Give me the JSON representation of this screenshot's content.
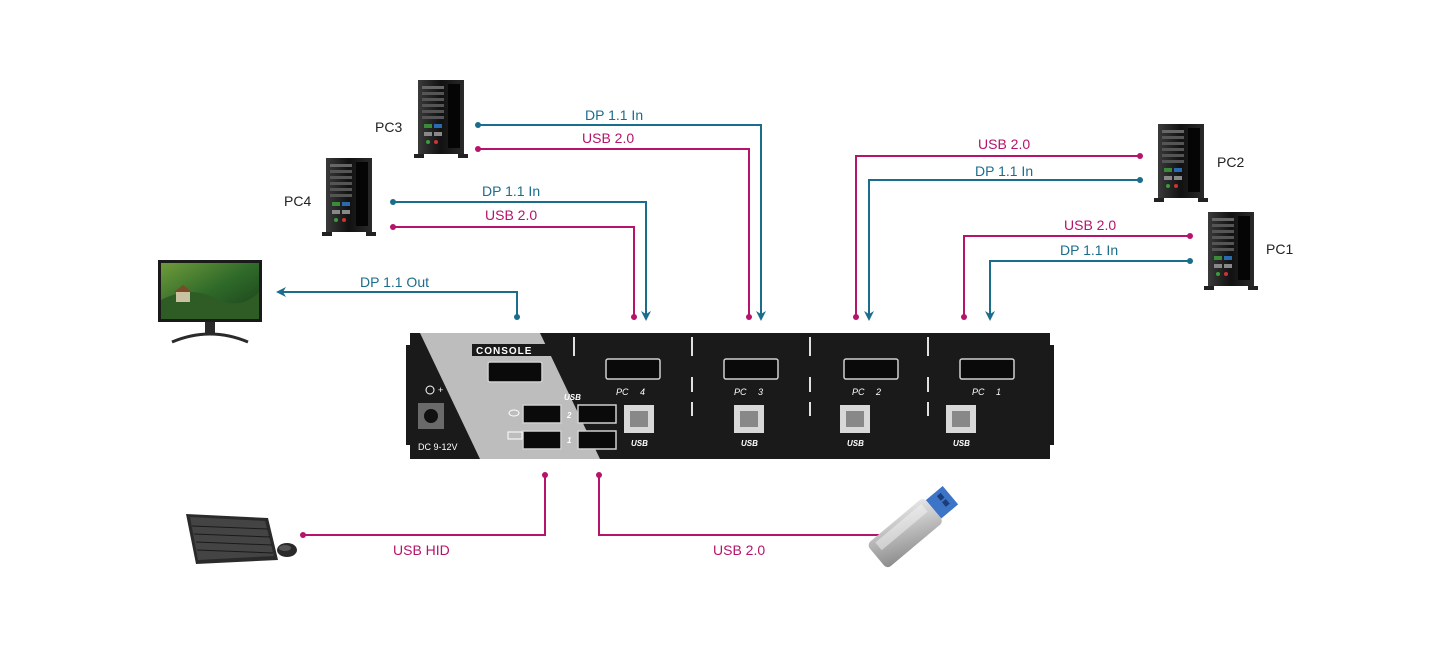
{
  "pcs": {
    "pc1": "PC1",
    "pc2": "PC2",
    "pc3": "PC3",
    "pc4": "PC4"
  },
  "connections": {
    "dp_in": "DP 1.1 In",
    "usb20": "USB 2.0",
    "dp_out": "DP 1.1 Out",
    "usb_hid": "USB HID",
    "usb20_flash": "USB 2.0"
  },
  "panel": {
    "console": "CONSOLE",
    "usb_header": "USB",
    "usb_port_label": "USB",
    "port_num_1": "1",
    "port_num_2": "2",
    "power": "DC  9-12V",
    "pc_prefix": "PC",
    "pc_nums": [
      "4",
      "3",
      "2",
      "1"
    ]
  },
  "colors": {
    "dp_line": "#1b6d8c",
    "usb_line": "#b6136b",
    "panel": "#1a1a1a"
  }
}
